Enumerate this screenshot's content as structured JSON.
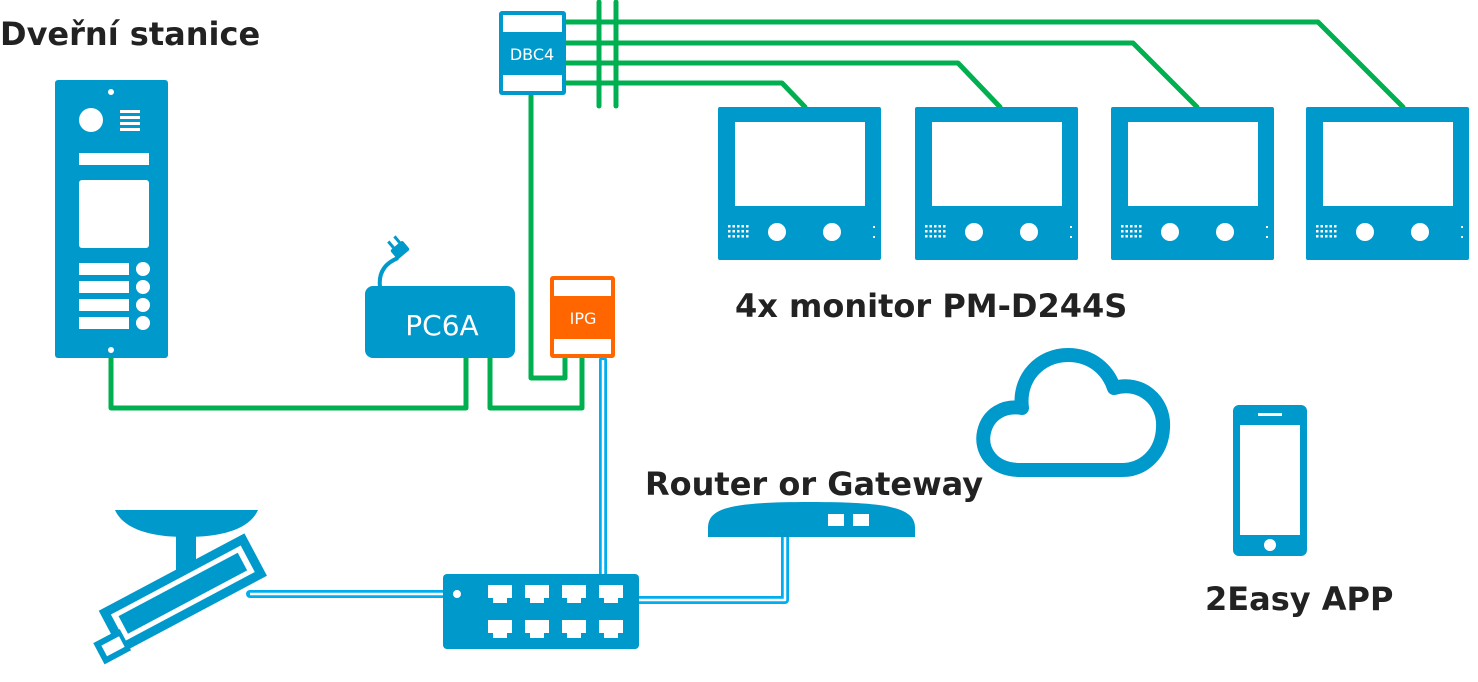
{
  "labels": {
    "door_station": "Dveřní stanice",
    "monitors": "4x monitor PM-D244S",
    "router": "Router or Gateway",
    "app": "2Easy APP"
  },
  "devices": {
    "dbc4": "DBC4",
    "pc6a": "PC6A",
    "ipg": "IPG"
  },
  "colors": {
    "device_blue": "#0099cc",
    "bus_green": "#00b050",
    "ipg_orange": "#ff6600",
    "ethernet_blue": "#00aeef"
  }
}
